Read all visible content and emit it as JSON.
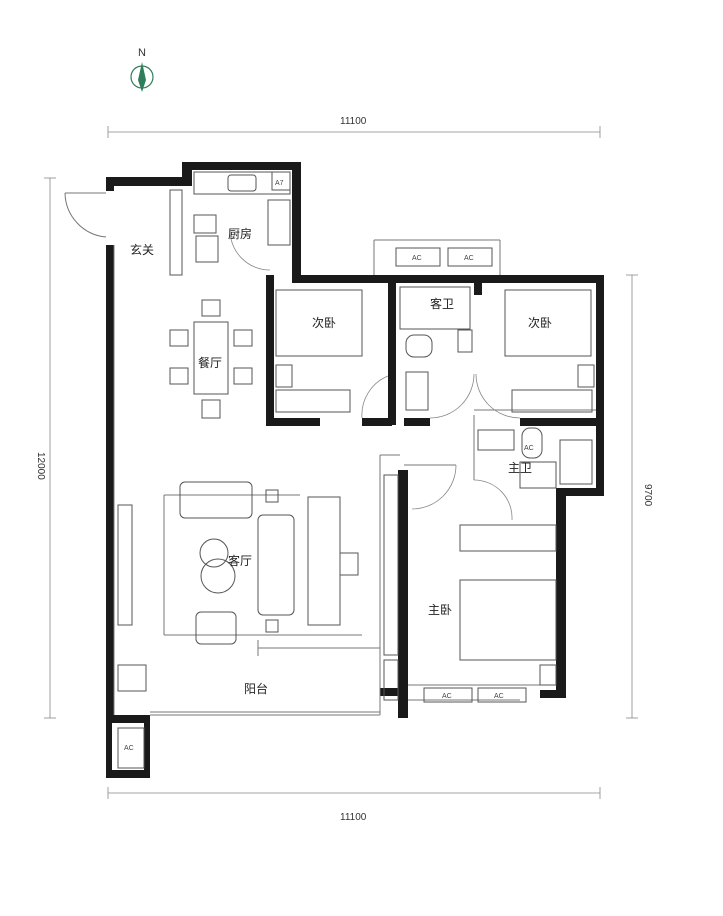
{
  "compass": {
    "label": "N",
    "color": "#2e7d5b"
  },
  "dimensions": {
    "top": "11100",
    "bottom": "11100",
    "left": "12000",
    "right": "9700"
  },
  "rooms": {
    "entrance": "玄关",
    "kitchen": "厨房",
    "dining": "餐厅",
    "living": "客厅",
    "balcony": "阳台",
    "bedroom_second_left": "次卧",
    "bedroom_second_right": "次卧",
    "guest_bath": "客卫",
    "master_bath": "主卫",
    "master_bedroom": "主卧"
  },
  "equipment": {
    "ac_labels": [
      "AC",
      "AC",
      "AC",
      "AC",
      "AC",
      "AC"
    ],
    "kitchen_tag": "A7"
  },
  "colors": {
    "wall": "#1a1a1a",
    "line": "#777777",
    "accent": "#2e7d5b"
  }
}
